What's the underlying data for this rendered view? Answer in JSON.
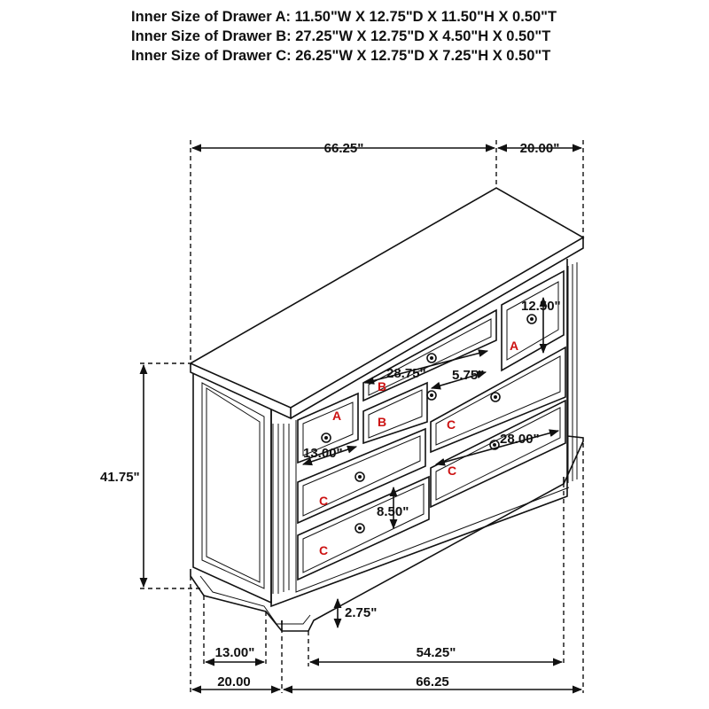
{
  "specs": {
    "drawer_a": "Inner Size of Drawer A: 11.50\"W X 12.75\"D X 11.50\"H X 0.50\"T",
    "drawer_b": "Inner Size of Drawer B: 27.25\"W X 12.75\"D X 4.50\"H X 0.50\"T",
    "drawer_c": "Inner Size of Drawer C: 26.25\"W X 12.75\"D X 7.25\"H X 0.50\"T"
  },
  "dimensions": {
    "top_width": "66.25\"",
    "top_depth": "20.00\"",
    "height": "41.75\"",
    "a_drawer_height": "12.50\"",
    "b_drawer_width": "28.75\"",
    "b_drawer_height": "5.75\"",
    "a_drawer_width": "13.00\"",
    "c_drawer_width": "28.00\"",
    "c_drawer_height": "8.50\"",
    "leg_height": "2.75\"",
    "base_side_width": "13.00\"",
    "base_front_width": "54.25\"",
    "bottom_depth": "20.00",
    "bottom_width": "66.25"
  },
  "drawer_labels": {
    "a": "A",
    "b": "B",
    "c": "C"
  }
}
